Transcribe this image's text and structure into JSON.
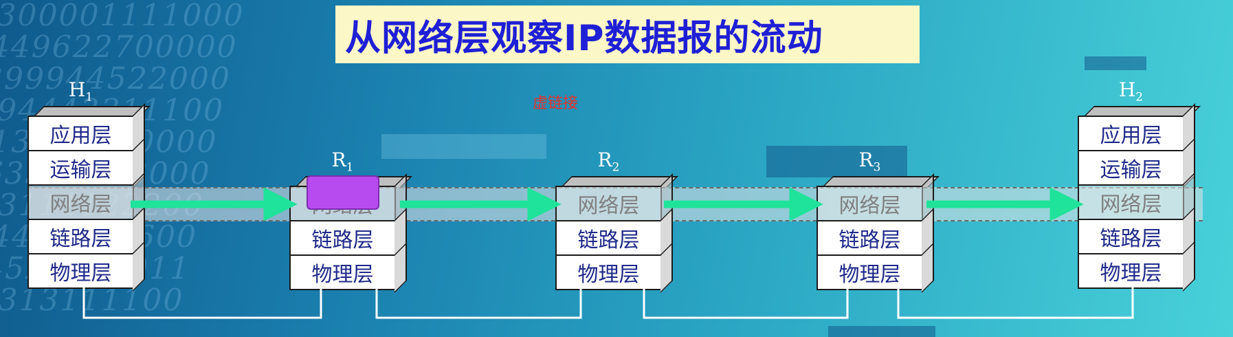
{
  "title": "从网络层观察IP数据报的流动",
  "caption": "虚链接",
  "nodes": [
    {
      "name": "H",
      "sub": "1",
      "layers": [
        "应用层",
        "运输层",
        "网络层",
        "链路层",
        "物理层"
      ]
    },
    {
      "name": "R",
      "sub": "1",
      "layers": [
        "网络层",
        "链路层",
        "物理层"
      ]
    },
    {
      "name": "R",
      "sub": "2",
      "layers": [
        "网络层",
        "链路层",
        "物理层"
      ]
    },
    {
      "name": "R",
      "sub": "3",
      "layers": [
        "网络层",
        "链路层",
        "物理层"
      ]
    },
    {
      "name": "H",
      "sub": "2",
      "layers": [
        "应用层",
        "运输层",
        "网络层",
        "链路层",
        "物理层"
      ]
    }
  ],
  "colors": {
    "title_text": "#1f1fd6",
    "title_bg": "#fbf7c6",
    "arrow": "#1fe39a",
    "packet": "#b84bf0",
    "caption": "#e4312c",
    "layer_text": "#1f2a8a"
  },
  "background_digits": "3000011110001\n4496227000000\n3999445220000\n4944433111000\n1133344400001\n3633313130000\n4431111222000\n6444113316000\n3445222320110\n1113131111000"
}
